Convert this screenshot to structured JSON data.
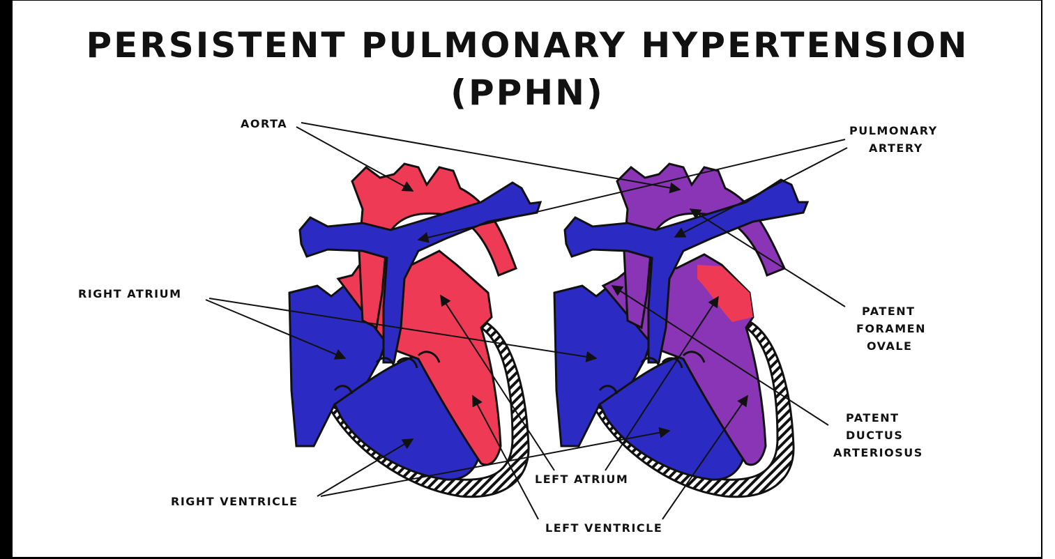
{
  "title": {
    "line1": "PERSISTENT PULMONARY HYPERTENSION",
    "line2": "(PPHN)"
  },
  "labels": {
    "aorta": "AORTA",
    "pulmonary_artery_1": "PULMONARY",
    "pulmonary_artery_2": "ARTERY",
    "right_atrium": "RIGHT ATRIUM",
    "patent_foramen_1": "PATENT",
    "patent_foramen_2": "FORAMEN",
    "patent_foramen_3": "OVALE",
    "patent_ductus_1": "PATENT",
    "patent_ductus_2": "DUCTUS",
    "patent_ductus_3": "ARTERIOSUS",
    "left_atrium": "LEFT ATRIUM",
    "right_ventricle": "RIGHT VENTRICLE",
    "left_ventricle": "LEFT VENTRICLE"
  },
  "colors": {
    "oxygenated": "#ef3a55",
    "deoxygenated": "#2b2bc4",
    "mixed": "#8a35b5",
    "outline": "#111111"
  }
}
